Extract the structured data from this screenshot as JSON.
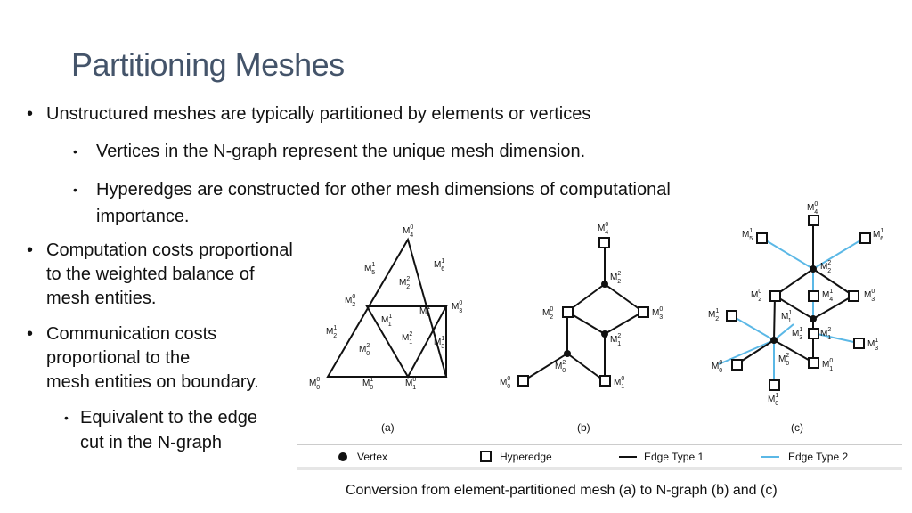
{
  "slide": {
    "title": "Partitioning Meshes",
    "bullets": {
      "b1": "Unstructured meshes are typically partitioned by elements or vertices",
      "b1a": "Vertices in the N-graph represent the unique mesh dimension.",
      "b1b_line1": "Hyperedges are constructed for other mesh dimensions of computational",
      "b1b_line2": "importance.",
      "b2_line1": "Computation costs proportional",
      "b2_line2": "to the weighted balance of",
      "b2_line3": "mesh entities.",
      "b3_line1": "Communication costs",
      "b3_line2": "proportional to the",
      "b3_line3": "mesh entities on boundary.",
      "b3a_line1": "Equivalent to the edge",
      "b3a_line2": "cut in the N-graph"
    },
    "caption": "Conversion from element-partitioned mesh (a) to N-graph (b) and (c)"
  },
  "figure": {
    "panel_labels": [
      "(a)",
      "(b)",
      "(c)"
    ],
    "legend": {
      "vertex": "Vertex",
      "hyperedge": "Hyperedge",
      "edge1": "Edge Type 1",
      "edge2": "Edge Type 2"
    },
    "colors": {
      "edge1": "#111111",
      "edge2": "#5bb8e6",
      "title": "#44546a"
    }
  }
}
